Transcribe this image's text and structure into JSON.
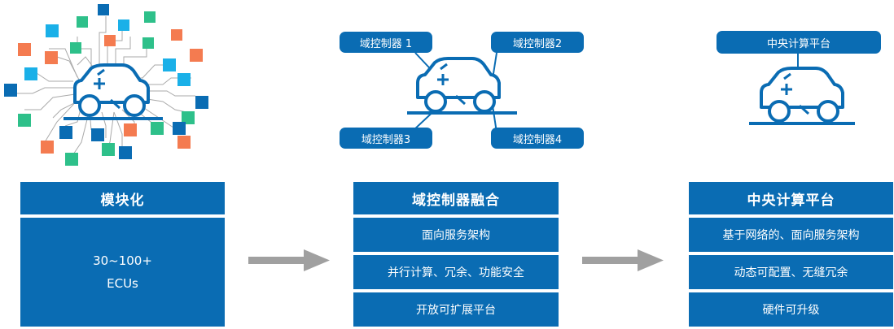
{
  "columns": [
    {
      "title": "模块化",
      "body_lines": [
        "30~100+",
        "ECUs"
      ]
    },
    {
      "title": "域控制器融合",
      "features": [
        "面向服务架构",
        "并行计算、冗余、功能安全",
        "开放可扩展平台"
      ],
      "tags": [
        "域控制器 1",
        "域控制器2",
        "域控制器3",
        "域控制器4"
      ]
    },
    {
      "title": "中央计算平台",
      "features": [
        "基于网络的、面向服务架构",
        "动态可配置、无缝冗余",
        "硬件可升级"
      ],
      "tags": [
        "中央计算平台"
      ]
    }
  ],
  "colors": {
    "brand_blue": "#0a6cb3",
    "arrow_gray": "#a0a0a0",
    "ecu_palette": [
      "#0a6cb3",
      "#1ab0e8",
      "#2ec08a",
      "#f47b50"
    ]
  }
}
